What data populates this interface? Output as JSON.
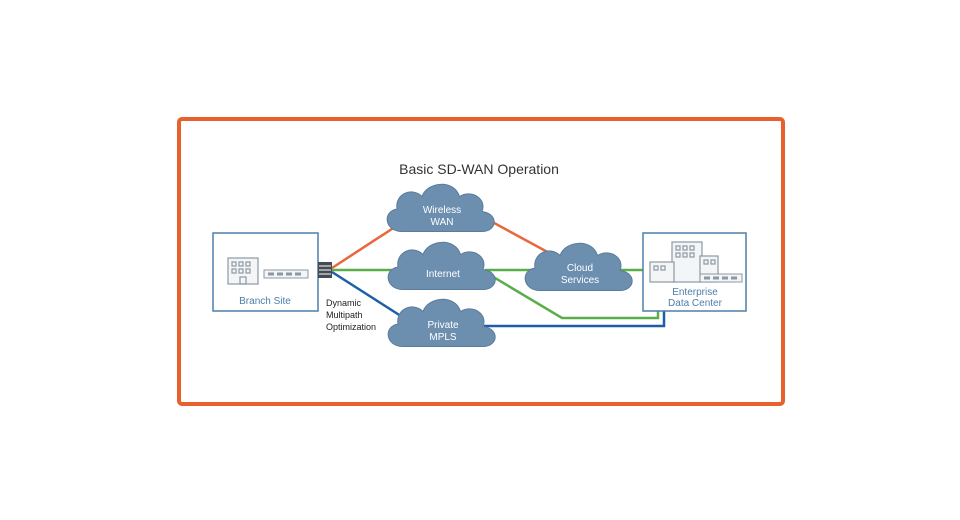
{
  "diagram": {
    "title": "Basic SD-WAN Operation",
    "branch": {
      "label": "Branch Site"
    },
    "datacenter": {
      "line1": "Enterprise",
      "line2": "Data Center"
    },
    "optimization": {
      "line1": "Dynamic",
      "line2": "Multipath",
      "line3": "Optimization"
    },
    "clouds": {
      "wireless": {
        "line1": "Wireless",
        "line2": "WAN"
      },
      "internet": {
        "line1": "Internet"
      },
      "mpls": {
        "line1": "Private",
        "line2": "MPLS"
      },
      "services": {
        "line1": "Cloud",
        "line2": "Services"
      }
    }
  },
  "colors": {
    "frame": "#e8602c",
    "wireless_link": "#e8673c",
    "internet_link": "#5aaf4b",
    "mpls_link": "#1c5fa6",
    "cloud_fill": "#6c8fb0",
    "node_border": "#4d7ea8"
  }
}
